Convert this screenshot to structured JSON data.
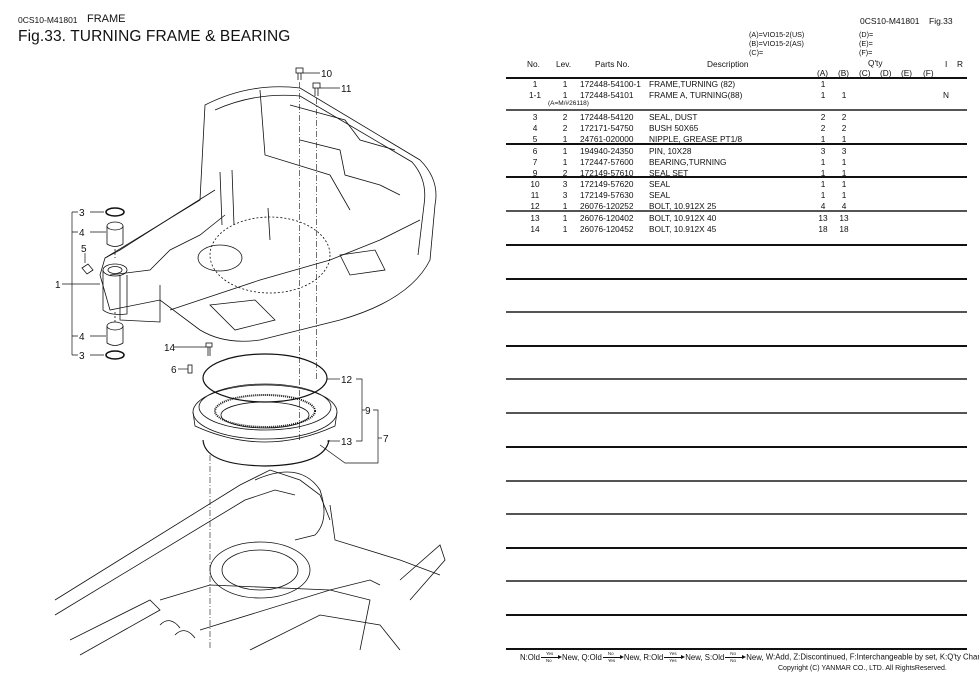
{
  "header": {
    "code": "0CS10-M41801",
    "section": "FRAME",
    "title": "Fig.33.  TURNING FRAME & BEARING",
    "right_code": "0CS10-M41801",
    "right_fig": "Fig.33"
  },
  "models": {
    "A": "(A)=VIO15-2(US)",
    "B": "(B)=VIO15-2(AS)",
    "C": "(C)=",
    "D": "(D)=",
    "E": "(E)=",
    "F": "(F)="
  },
  "table": {
    "headers": {
      "no": "No.",
      "lev": "Lev.",
      "parts_no": "Parts No.",
      "description": "Description",
      "qty": "Q'ty",
      "qty_cols": [
        "(A)",
        "(B)",
        "(C)",
        "(D)",
        "(E)",
        "(F)"
      ],
      "i": "I",
      "r": "R"
    },
    "rows": [
      {
        "no": "1",
        "lev": "1",
        "parts_no": "172448-54100-1",
        "description": "FRAME,TURNING  (82)",
        "qty": [
          "1",
          "",
          "",
          "",
          "",
          ""
        ],
        "i": "",
        "r": ""
      },
      {
        "no": "1-1",
        "lev": "1",
        "parts_no": "172448-54101",
        "description": "FRAME A, TURNING(88)",
        "qty": [
          "1",
          "1",
          "",
          "",
          "",
          ""
        ],
        "i": "N",
        "r": "",
        "note": "(A=M/#26118)"
      },
      {
        "no": "3",
        "lev": "2",
        "parts_no": "172448-54120",
        "description": "SEAL, DUST",
        "qty": [
          "2",
          "2",
          "",
          "",
          "",
          ""
        ],
        "i": "",
        "r": ""
      },
      {
        "no": "4",
        "lev": "2",
        "parts_no": "172171-54750",
        "description": "BUSH 50X65",
        "qty": [
          "2",
          "2",
          "",
          "",
          "",
          ""
        ],
        "i": "",
        "r": ""
      },
      {
        "no": "5",
        "lev": "1",
        "parts_no": "24761-020000",
        "description": "NIPPLE, GREASE PT1/8",
        "qty": [
          "1",
          "1",
          "",
          "",
          "",
          ""
        ],
        "i": "",
        "r": ""
      },
      {
        "no": "6",
        "lev": "1",
        "parts_no": "194940-24350",
        "description": "PIN, 10X28",
        "qty": [
          "3",
          "3",
          "",
          "",
          "",
          ""
        ],
        "i": "",
        "r": ""
      },
      {
        "no": "7",
        "lev": "1",
        "parts_no": "172447-57600",
        "description": "BEARING,TURNING",
        "qty": [
          "1",
          "1",
          "",
          "",
          "",
          ""
        ],
        "i": "",
        "r": ""
      },
      {
        "no": "9",
        "lev": "2",
        "parts_no": "172149-57610",
        "description": "SEAL SET",
        "qty": [
          "1",
          "1",
          "",
          "",
          "",
          ""
        ],
        "i": "",
        "r": ""
      },
      {
        "no": "10",
        "lev": "3",
        "parts_no": "172149-57620",
        "description": "SEAL",
        "qty": [
          "1",
          "1",
          "",
          "",
          "",
          ""
        ],
        "i": "",
        "r": ""
      },
      {
        "no": "11",
        "lev": "3",
        "parts_no": "172149-57630",
        "description": "SEAL",
        "qty": [
          "1",
          "1",
          "",
          "",
          "",
          ""
        ],
        "i": "",
        "r": ""
      },
      {
        "no": "12",
        "lev": "1",
        "parts_no": "26076-120252",
        "description": "BOLT, 10.912X 25",
        "qty": [
          "4",
          "4",
          "",
          "",
          "",
          ""
        ],
        "i": "",
        "r": ""
      },
      {
        "no": "13",
        "lev": "1",
        "parts_no": "26076-120402",
        "description": "BOLT, 10.912X 40",
        "qty": [
          "13",
          "13",
          "",
          "",
          "",
          ""
        ],
        "i": "",
        "r": ""
      },
      {
        "no": "14",
        "lev": "1",
        "parts_no": "26076-120452",
        "description": "BOLT, 10.912X 45",
        "qty": [
          "18",
          "18",
          "",
          "",
          "",
          ""
        ],
        "i": "",
        "r": ""
      }
    ]
  },
  "diagram": {
    "callouts": [
      "1",
      "3",
      "4",
      "5",
      "4",
      "3",
      "6",
      "7",
      "9",
      "10",
      "11",
      "12",
      "13",
      "14"
    ]
  },
  "legend": {
    "items": [
      {
        "code": "N:Old",
        "top": "Yes",
        "bottom": "No",
        "to": "New,"
      },
      {
        "code": "Q:Old",
        "top": "No",
        "bottom": "Yes",
        "to": "New,"
      },
      {
        "code": "R:Old",
        "top": "Yes",
        "bottom": "Yes",
        "to": "New,"
      },
      {
        "code": "S:Old",
        "top": "No",
        "bottom": "No",
        "to": "New,"
      }
    ],
    "tail": "W:Add, Z:Discontinued, F:Interchangeable by set, K:Q'ty Change",
    "copyright": "Copyright (C)  YANMAR CO., LTD. All RightsReserved."
  }
}
